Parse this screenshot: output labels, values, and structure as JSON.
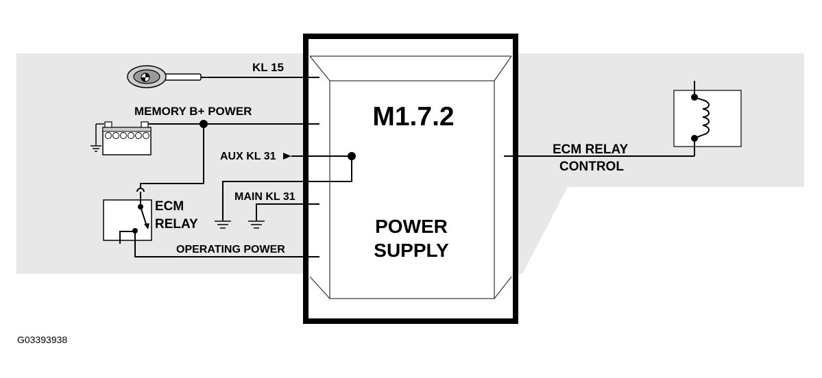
{
  "module": {
    "name": "M1.7.2",
    "function_line1": "POWER",
    "function_line2": "SUPPLY"
  },
  "signals": {
    "kl15": "KL 15",
    "memory": "MEMORY B+ POWER",
    "aux_kl31": "AUX KL 31",
    "main_kl31": "MAIN KL 31",
    "operating_power": "OPERATING POWER",
    "ecm_relay_control_line1": "ECM RELAY",
    "ecm_relay_control_line2": "CONTROL"
  },
  "relay": {
    "label_line1": "ECM",
    "label_line2": "RELAY"
  },
  "figure_id": "G03393938",
  "colors": {
    "background_band": "#e8e8e8",
    "line": "#000000",
    "module_fill": "#ffffff"
  }
}
